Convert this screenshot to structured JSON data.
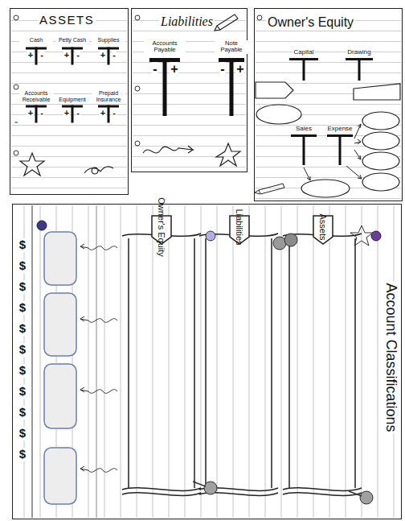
{
  "diagram": {
    "nodes": [
      {
        "text": [
          "ASSETS"
        ]
      },
      {
        "text": [
          "Liabilities"
        ]
      },
      {
        "text": [
          "Owner's Equity"
        ]
      },
      {
        "text": [
          "Account Classifications"
        ]
      },
      {
        "text": [
          "Owner's Equity"
        ],
        "in": 3
      },
      {
        "text": [
          "Liabilities"
        ],
        "in": 3
      },
      {
        "text": [
          "Assets"
        ],
        "in": 3
      }
    ],
    "labels": [
      "Cash",
      "+",
      "-",
      "Petty Cash",
      "+",
      "-",
      "Supplies",
      "+",
      "-",
      "Accounts Receivable",
      "+",
      "-",
      "Equipment",
      "+",
      "-",
      "Prepaid Insurance",
      "+",
      "-",
      "Accounts Payable",
      "-",
      "+",
      "Note Payable",
      "-",
      "+",
      "Capital",
      "Drawing",
      "Sales",
      "Expense",
      "$",
      "$",
      "$",
      "$",
      "$",
      "$",
      "$",
      "$",
      "$",
      "$",
      "$"
    ]
  }
}
